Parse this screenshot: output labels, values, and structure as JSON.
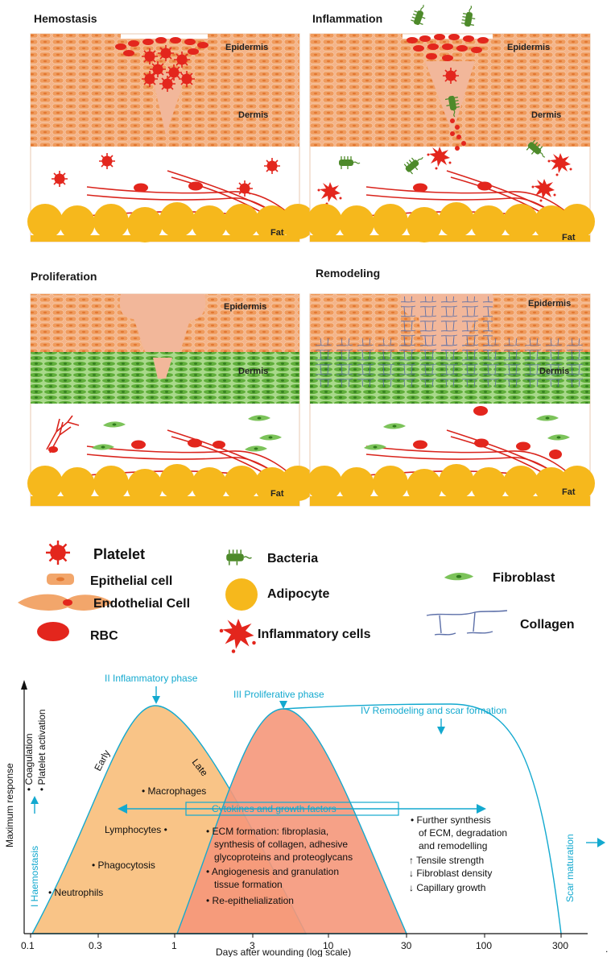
{
  "panels": [
    {
      "title": "Hemostasis",
      "epidermis": "Epidermis",
      "dermis": "Dermis",
      "fat": "Fat"
    },
    {
      "title": "Inflammation",
      "epidermis": "Epidermis",
      "dermis": "Dermis",
      "fat": "Fat"
    },
    {
      "title": "Proliferation",
      "epidermis": "Epidermis",
      "dermis": "Dermis",
      "fat": "Fat"
    },
    {
      "title": "Remodeling",
      "epidermis": "Epidermis",
      "dermis": "Dermis",
      "fat": "Fat"
    }
  ],
  "legend": {
    "platelet": "Platelet",
    "epithelial": "Epithelial cell",
    "endothelial": "Endothelial Cell",
    "rbc": "RBC",
    "bacteria": "Bacteria",
    "adipocyte": "Adipocyte",
    "inflammatory": "Inflammatory cells",
    "fibroblast": "Fibroblast",
    "collagen": "Collagen"
  },
  "chart": {
    "ylabel": "Maximum response",
    "xlabel": "Days after wounding (log scale)",
    "ticks": [
      "0.1",
      "0.3",
      "1",
      "3",
      "10",
      "30",
      "100",
      "300"
    ],
    "phase2": "II Inflammatory phase",
    "phase3": "III Proliferative phase",
    "phase4": "IV Remodeling and scar formation",
    "haemostasis": "I Haemostasis",
    "coag": "• Coagulation",
    "platact": "• Platelet activation",
    "early": "Early",
    "late": "Late",
    "macrophages": "• Macrophages",
    "lymphocytes": "Lymphocytes •",
    "phagocytosis": "• Phagocytosis",
    "neutrophils": "• Neutrophils",
    "cytokines": "Cytokines and growth factors",
    "ecm1": "• ECM formation: fibroplasia,",
    "ecm2": "synthesis of collagen, adhesive",
    "ecm3": "glycoproteins and proteoglycans",
    "ang1": "• Angiogenesis and granulation",
    "ang2": "tissue formation",
    "reepi": "• Re-epithelialization",
    "fs1": "• Further synthesis",
    "fs2": "of ECM, degradation",
    "fs3": "and remodelling",
    "ts": "↑ Tensile strength",
    "fd": "↓ Fibroblast density",
    "cg": "↓ Capillary growth",
    "scar": "Scar maturation",
    "dot": "."
  },
  "colors": {
    "cyan": "#13a9cf",
    "skin": "#f2a66b",
    "dermis_green": "#6fbf4a",
    "fat": "#f6b81c",
    "vessel": "#d9241c",
    "inflam_fill": "#f9c487",
    "prolif_fill": "#f5977a"
  }
}
